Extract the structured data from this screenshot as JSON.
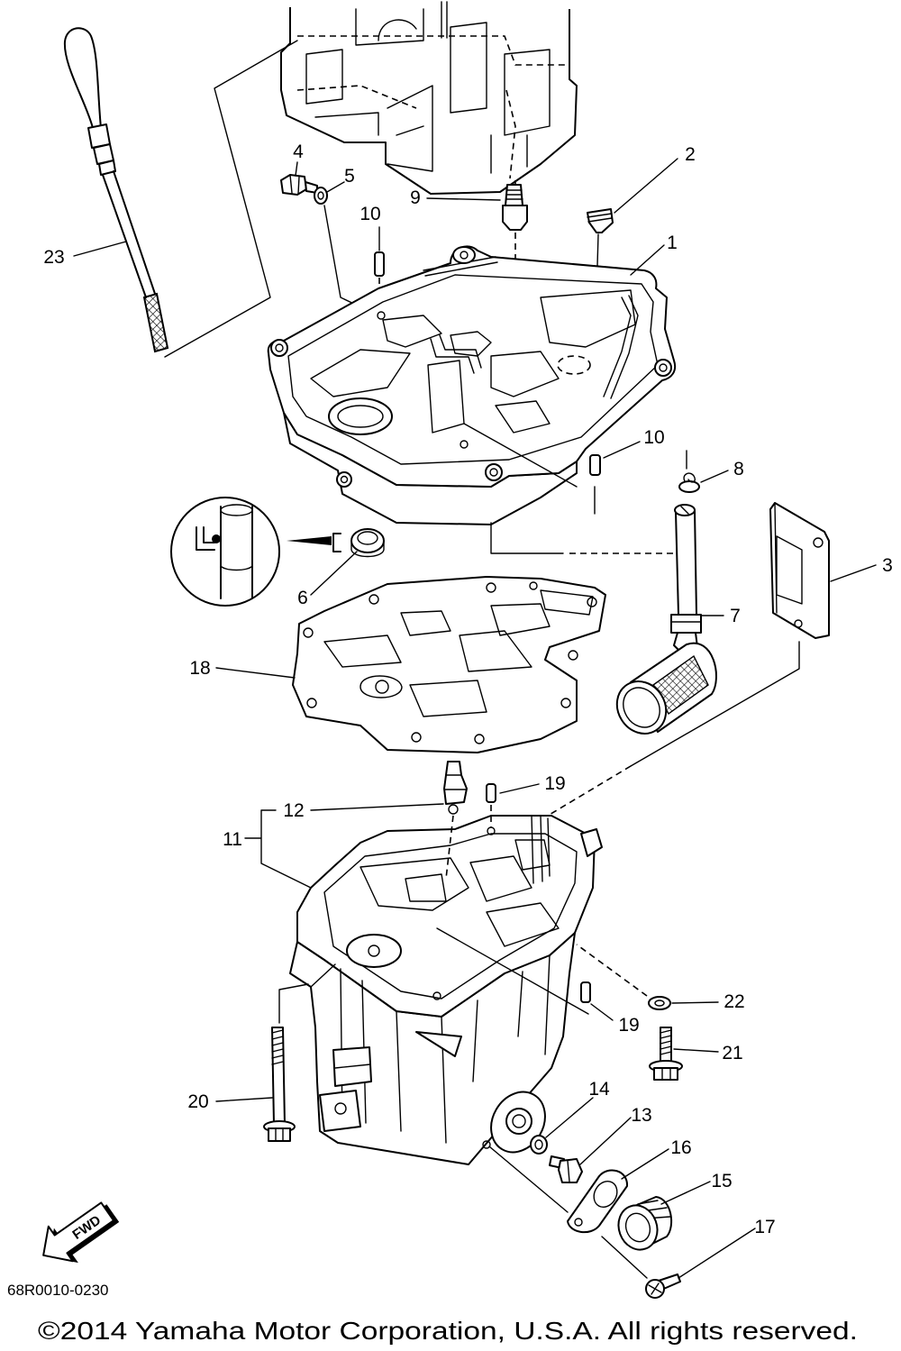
{
  "diagram": {
    "callouts": {
      "c1": "1",
      "c2": "2",
      "c3": "3",
      "c4": "4",
      "c5": "5",
      "c6": "6",
      "c7": "7",
      "c8": "8",
      "c9": "9",
      "c10a": "10",
      "c10b": "10",
      "c11": "11",
      "c12": "12",
      "c13": "13",
      "c14": "14",
      "c15": "15",
      "c16": "16",
      "c17": "17",
      "c18": "18",
      "c19a": "19",
      "c19b": "19",
      "c20": "20",
      "c21": "21",
      "c22": "22",
      "c23": "23"
    },
    "direction_label": "FWD",
    "diagram_code": "68R0010-0230",
    "copyright": "©2014 Yamaha Motor Corporation, U.S.A. All rights reserved."
  },
  "colors": {
    "line": "#000000",
    "background": "#ffffff"
  }
}
